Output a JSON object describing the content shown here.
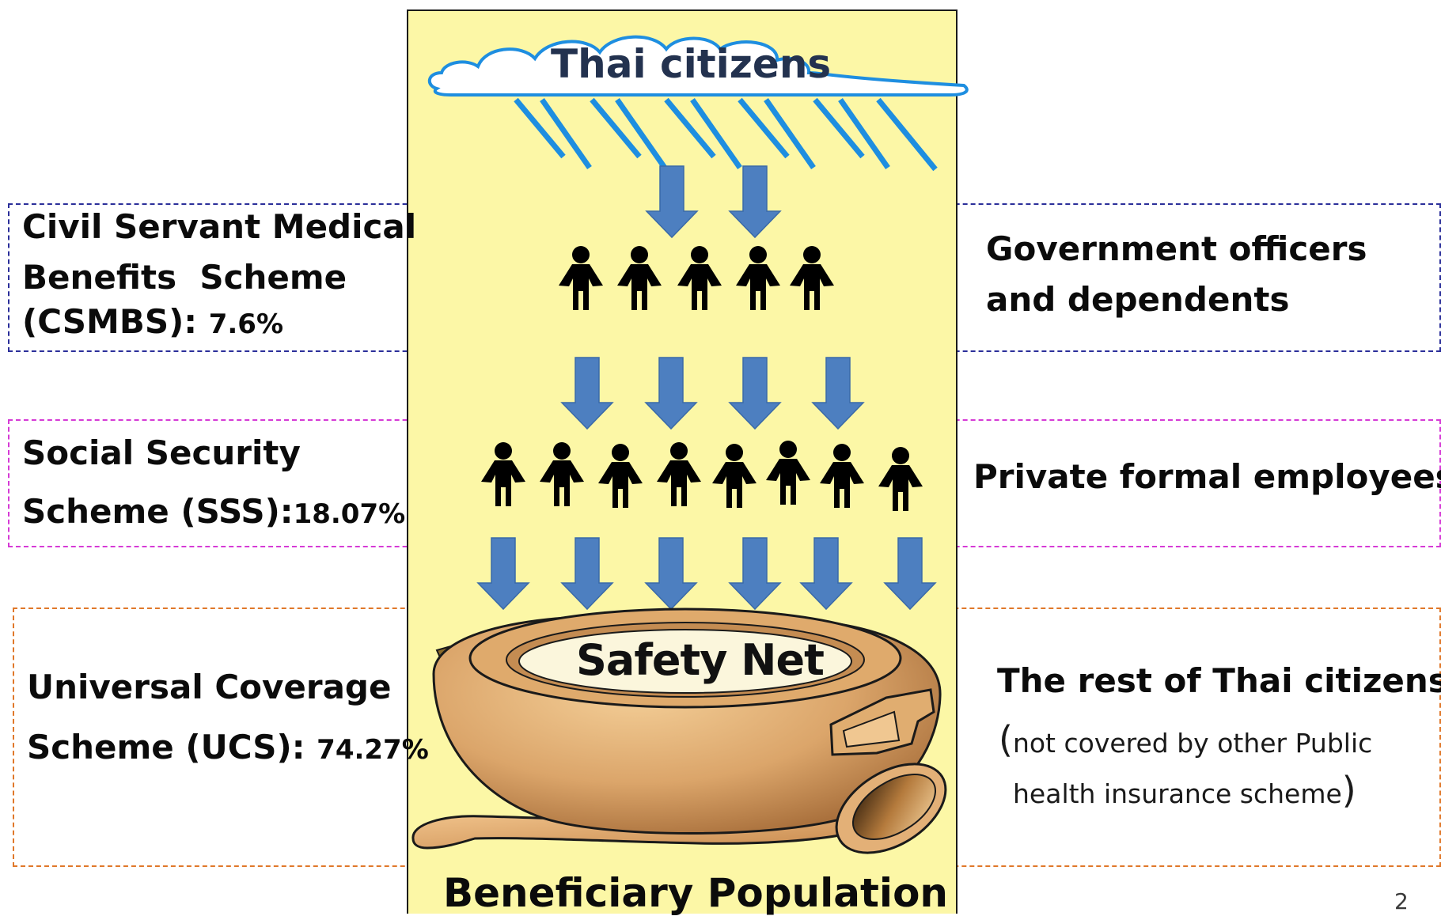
{
  "header": {
    "source_label": "Thai citizens"
  },
  "schemes": [
    {
      "name_line1": "Civil Servant Medical",
      "name_line2": "Benefits  Scheme",
      "name_line3": "(CSMBS):",
      "share": "7.6%",
      "beneficiaries_line1": "Government officers",
      "beneficiaries_line2": "and dependents",
      "border_color": "#2b2f9a"
    },
    {
      "name_line1": "Social Security",
      "name_line2": "Scheme (SSS):",
      "share": "18.07%",
      "beneficiaries": "Private formal employees",
      "border_color": "#d63ad6"
    },
    {
      "name_line1": "Universal Coverage",
      "name_line2": "Scheme (UCS):",
      "share": "74.27%",
      "beneficiaries": "The rest of Thai citizens",
      "note_open": "(",
      "note_line1": "not covered by other Public",
      "note_line2": "health insurance scheme",
      "note_close": ")",
      "border_color": "#e0782a"
    }
  ],
  "pot": {
    "label": "Safety Net"
  },
  "footer": {
    "label": "Beneficiary Population",
    "page_number": "2"
  },
  "colors": {
    "column_fill": "#fcf7a6",
    "arrow_fill": "#4d7fc0",
    "rain": "#1e8ee0",
    "cloud_stroke": "#1e8ee0",
    "figure": "#000000",
    "pot": "#d9a468"
  }
}
